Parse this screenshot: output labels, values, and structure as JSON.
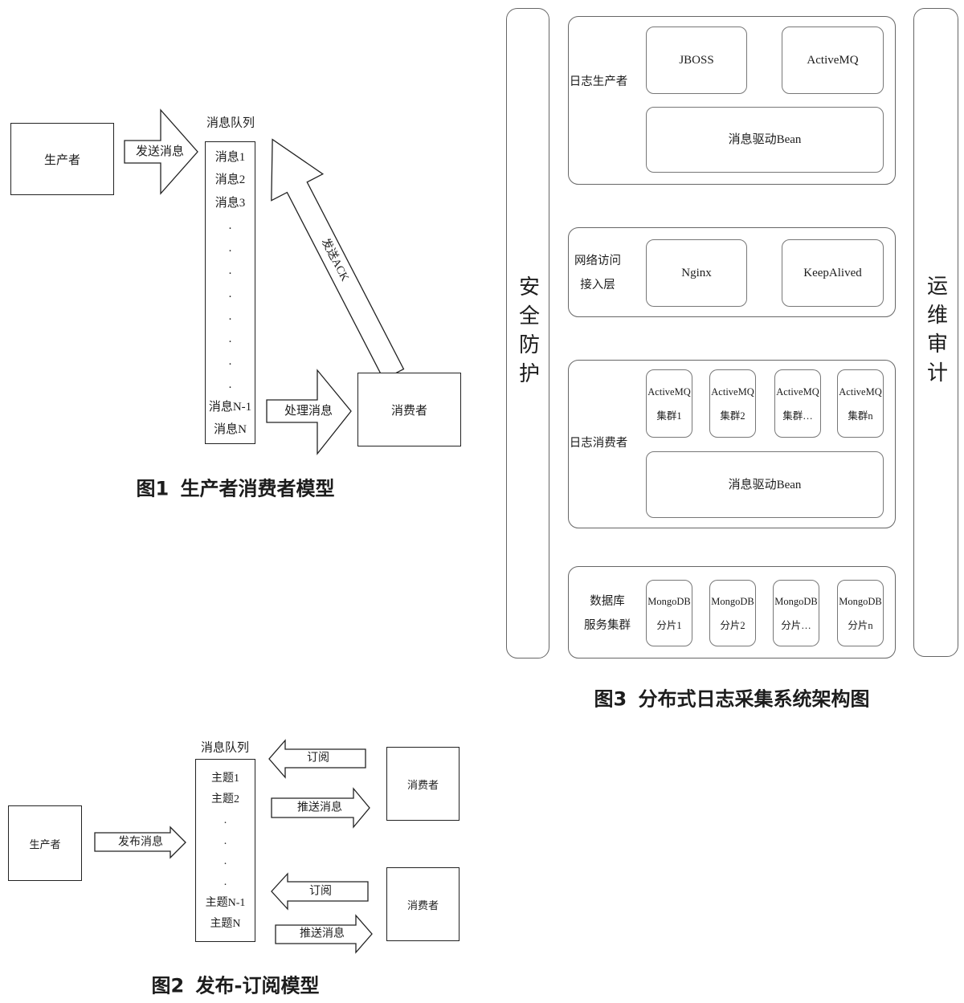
{
  "figure1": {
    "producer": "生产者",
    "queue_title": "消息队列",
    "queue_items": [
      "消息1",
      "消息2",
      "消息3",
      ".",
      ".",
      ".",
      ".",
      ".",
      ".",
      ".",
      ".",
      "消息N-1",
      "消息N"
    ],
    "send_arrow": "发送消息",
    "ack_arrow": "发送ACK",
    "process_arrow": "处理消息",
    "consumer": "消费者",
    "caption": "图1 生产者消费者模型"
  },
  "figure2": {
    "producer": "生产者",
    "queue_title": "消息队列",
    "queue_items": [
      "主题1",
      "主题2",
      ".",
      ".",
      ".",
      ".",
      "主题N-1",
      "主题N"
    ],
    "publish_arrow": "发布消息",
    "consumers": [
      {
        "label": "消费者",
        "subscribe_arrow": "订阅",
        "push_arrow": "推送消息"
      },
      {
        "label": "消费者",
        "subscribe_arrow": "订阅",
        "push_arrow": "推送消息"
      }
    ],
    "caption": "图2 发布-订阅模型"
  },
  "figure3": {
    "left_bar": "安全防护",
    "right_bar": "运维审计",
    "layers": [
      {
        "label_lines": [
          "日志生产者"
        ],
        "components": [
          {
            "lines": [
              "JBOSS"
            ]
          },
          {
            "lines": [
              "ActiveMQ"
            ]
          },
          {
            "lines": [
              "消息驱动Bean"
            ]
          }
        ]
      },
      {
        "label_lines": [
          "网络访问",
          "接入层"
        ],
        "components": [
          {
            "lines": [
              "Nginx"
            ]
          },
          {
            "lines": [
              "KeepAlived"
            ]
          }
        ]
      },
      {
        "label_lines": [
          "日志消费者"
        ],
        "components": [
          {
            "lines": [
              "ActiveMQ",
              "集群1"
            ]
          },
          {
            "lines": [
              "ActiveMQ",
              "集群2"
            ]
          },
          {
            "lines": [
              "ActiveMQ",
              "集群…"
            ]
          },
          {
            "lines": [
              "ActiveMQ",
              "集群n"
            ]
          },
          {
            "lines": [
              "消息驱动Bean"
            ]
          }
        ]
      },
      {
        "label_lines": [
          "数据库",
          "服务集群"
        ],
        "components": [
          {
            "lines": [
              "MongoDB",
              "分片1"
            ]
          },
          {
            "lines": [
              "MongoDB",
              "分片2"
            ]
          },
          {
            "lines": [
              "MongoDB",
              "分片…"
            ]
          },
          {
            "lines": [
              "MongoDB",
              "分片n"
            ]
          }
        ]
      }
    ],
    "caption": "图3 分布式日志采集系统架构图"
  },
  "colors": {
    "stroke": "#222222",
    "background": "#ffffff",
    "text": "#1c1c1c",
    "soft_border": "#666666"
  }
}
